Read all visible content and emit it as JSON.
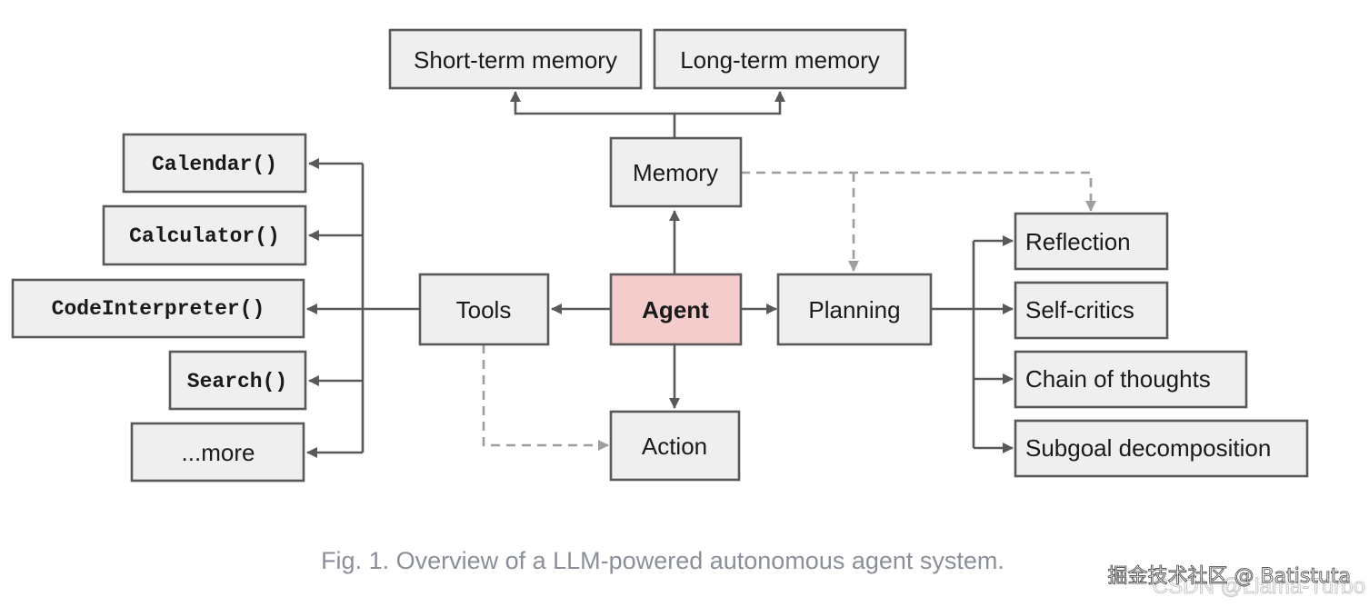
{
  "diagram": {
    "agent": "Agent",
    "memory": "Memory",
    "short_term_memory": "Short-term memory",
    "long_term_memory": "Long-term memory",
    "tools": "Tools",
    "action": "Action",
    "planning": "Planning",
    "tool_items": [
      "Calendar()",
      "Calculator()",
      "CodeInterpreter()",
      "Search()",
      "...more"
    ],
    "planning_items": [
      "Reflection",
      "Self-critics",
      "Chain of thoughts",
      "Subgoal decomposition"
    ]
  },
  "caption": "Fig. 1. Overview of a LLM-powered autonomous agent system.",
  "watermarks": {
    "primary": "掘金技术社区 @ Batistuta",
    "secondary": "CSDN @Llama-Turbo"
  },
  "colors": {
    "box_fill": "#efefef",
    "agent_fill": "#f4cccc",
    "border": "#595959",
    "dashed_line": "#9e9e9e",
    "caption_text": "#8a8f98"
  }
}
